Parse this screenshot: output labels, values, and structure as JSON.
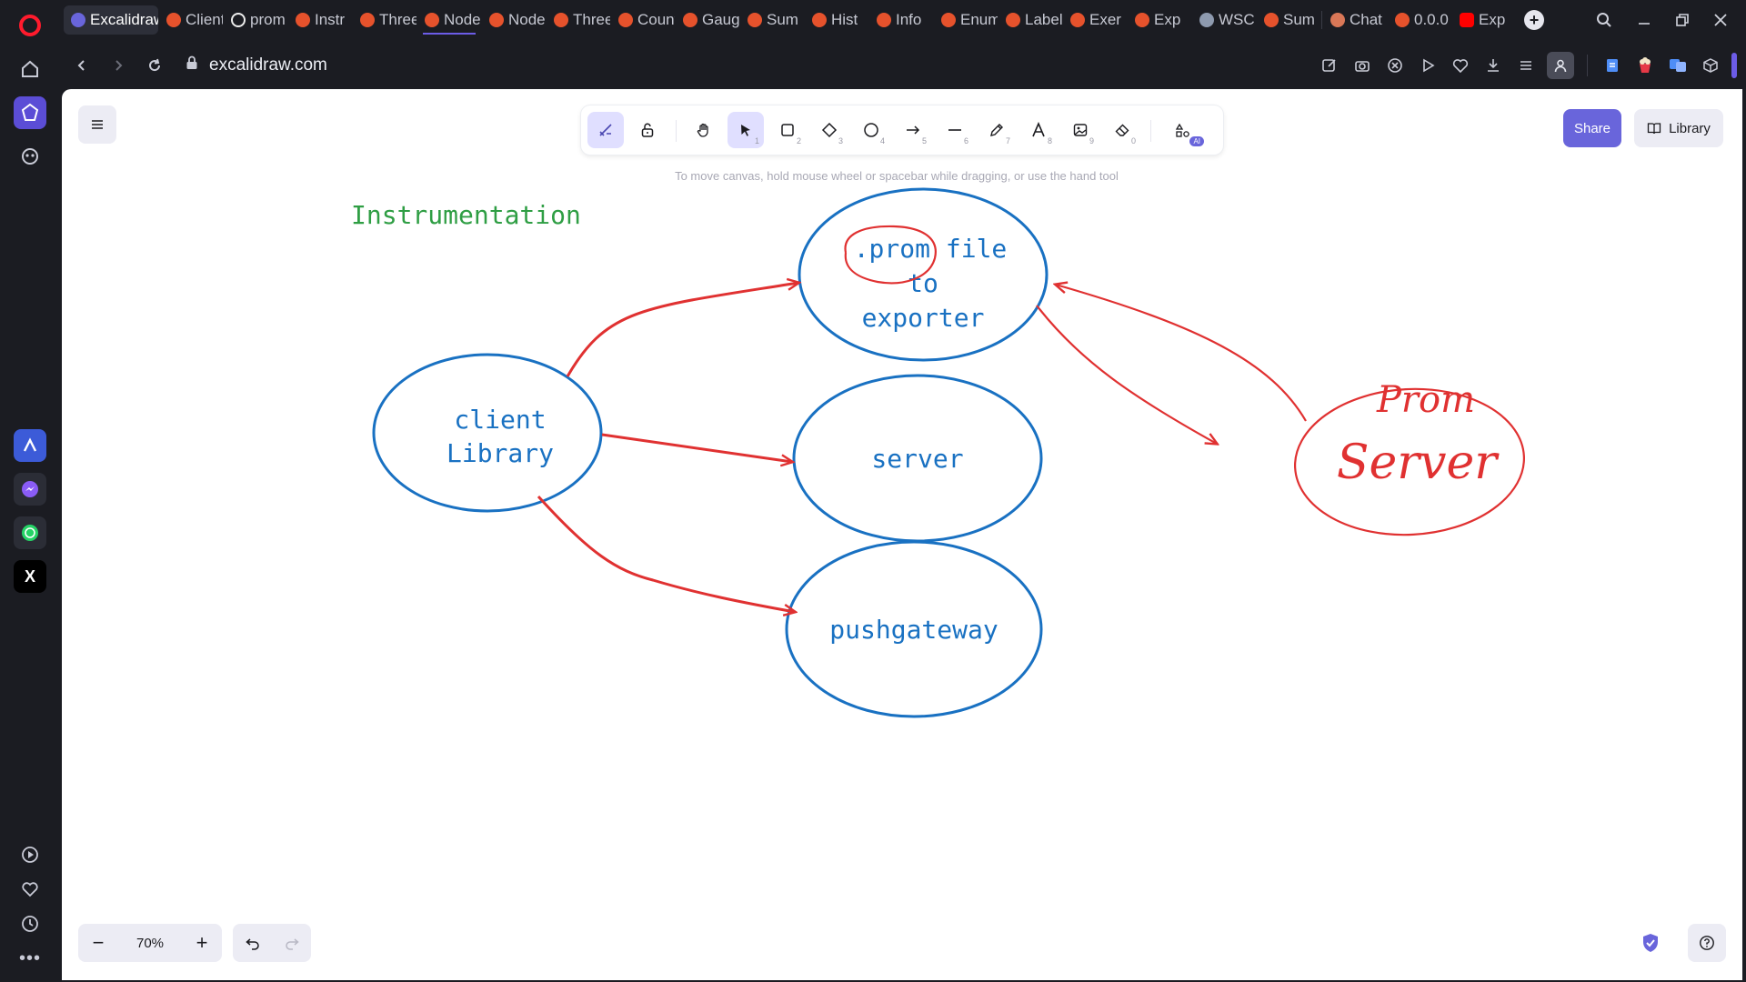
{
  "browser": {
    "url": "excalidraw.com",
    "tabs": [
      {
        "label": "Excalidraw",
        "favicon": "excalidraw-favicon",
        "active": true
      },
      {
        "label": "Client",
        "favicon": "prometheus-favicon"
      },
      {
        "label": "prom",
        "favicon": "github-favicon"
      },
      {
        "label": "Instr",
        "favicon": "prometheus-favicon"
      },
      {
        "label": "Three",
        "favicon": "prometheus-favicon"
      },
      {
        "label": "Node",
        "favicon": "prometheus-favicon",
        "underline": true
      },
      {
        "label": "Node",
        "favicon": "prometheus-favicon"
      },
      {
        "label": "Three",
        "favicon": "prometheus-favicon"
      },
      {
        "label": "Count",
        "favicon": "prometheus-favicon"
      },
      {
        "label": "Gauge",
        "favicon": "prometheus-favicon"
      },
      {
        "label": "Sum",
        "favicon": "prometheus-favicon"
      },
      {
        "label": "Hist",
        "favicon": "prometheus-favicon"
      },
      {
        "label": "Info",
        "favicon": "prometheus-favicon"
      },
      {
        "label": "Enum",
        "favicon": "prometheus-favicon"
      },
      {
        "label": "Label",
        "favicon": "prometheus-favicon"
      },
      {
        "label": "Exer",
        "favicon": "prometheus-favicon"
      },
      {
        "label": "Exp",
        "favicon": "prometheus-favicon"
      },
      {
        "label": "WSC",
        "favicon": "wsc-favicon"
      },
      {
        "label": "Sum",
        "favicon": "prometheus-favicon"
      },
      {
        "label": "Chat",
        "favicon": "claude-favicon"
      },
      {
        "label": "0.0.0",
        "favicon": "prometheus-favicon"
      },
      {
        "label": "Exp",
        "favicon": "youtube-favicon"
      }
    ]
  },
  "excalidraw": {
    "hint": "To move canvas, hold mouse wheel or spacebar while dragging, or use the hand tool",
    "share_label": "Share",
    "library_label": "Library",
    "zoom": "70%",
    "tool_keys": [
      "1",
      "2",
      "3",
      "4",
      "5",
      "6",
      "7",
      "8",
      "9",
      "0"
    ],
    "ai_badge": "AI"
  },
  "canvas": {
    "title": "Instrumentation",
    "nodes": {
      "client": [
        "client",
        "Library"
      ],
      "prom_file": [
        ".prom file",
        "to",
        "exporter"
      ],
      "server": "server",
      "pushgateway": "pushgateway",
      "prom_server": [
        "Prom",
        "Server"
      ]
    },
    "colors": {
      "blue": "#1971c2",
      "red": "#e03131",
      "green": "#2f9e44"
    }
  }
}
